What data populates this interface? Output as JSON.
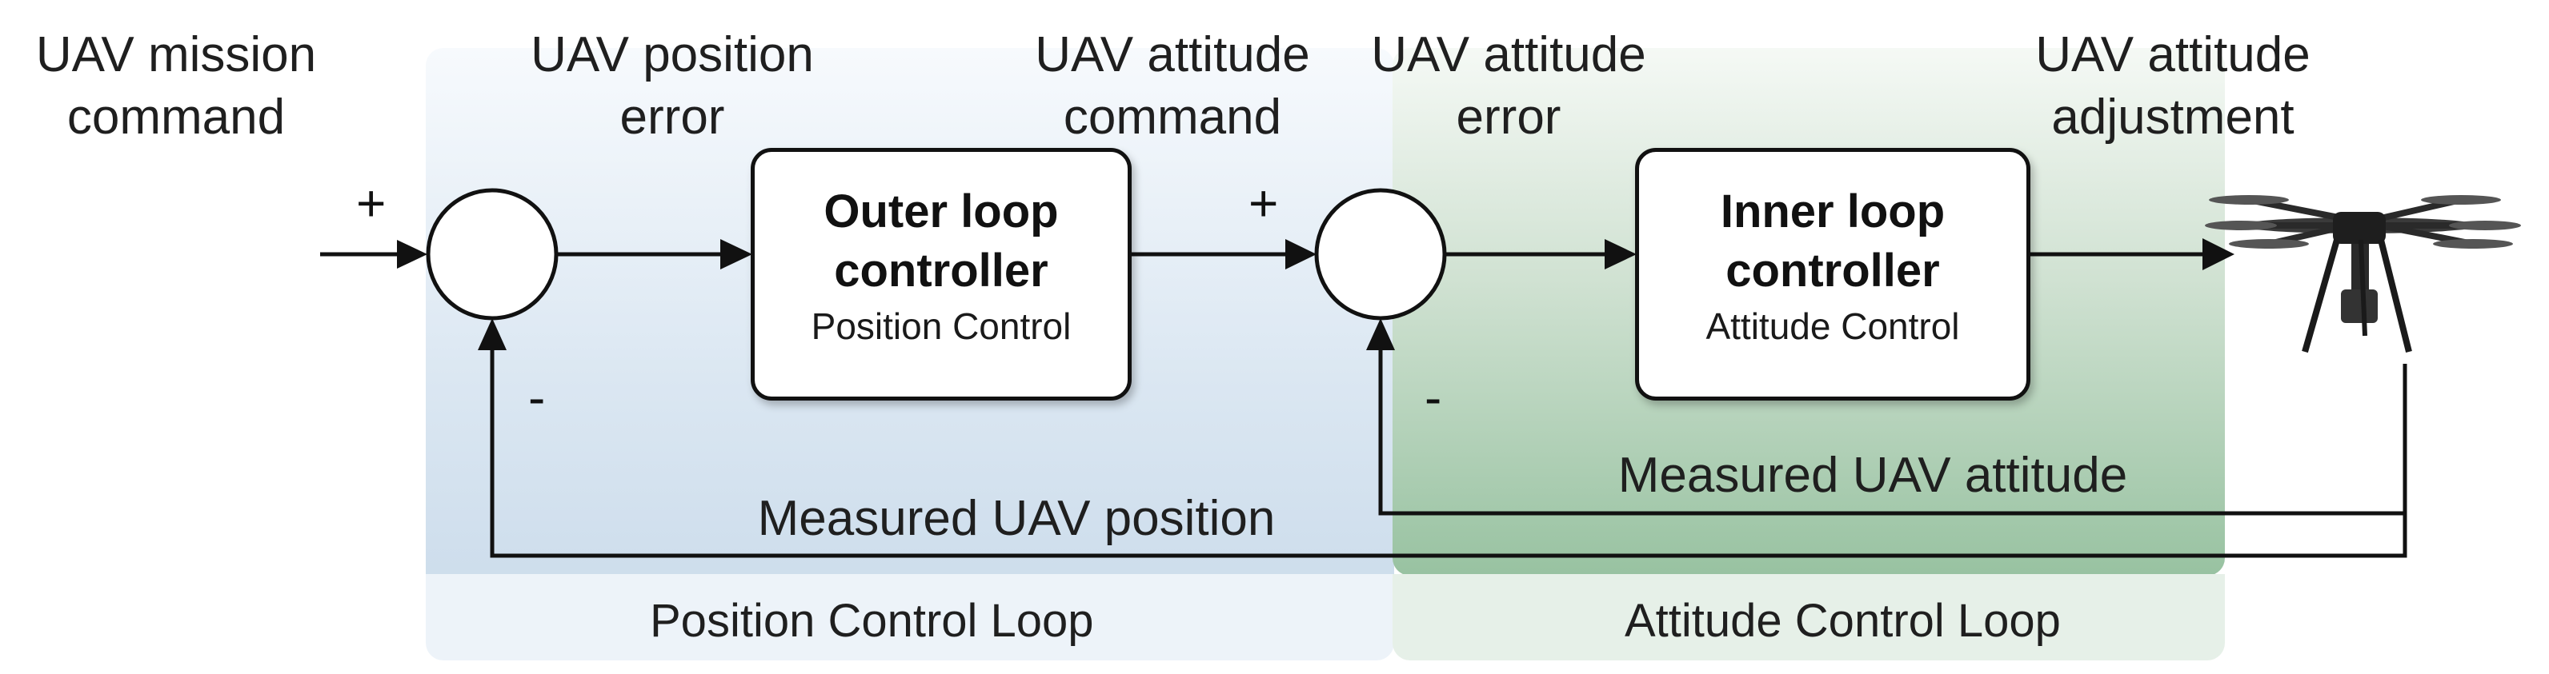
{
  "labels": {
    "mission_command": "UAV mission\ncommand",
    "position_error": "UAV position\nerror",
    "attitude_command": "UAV attitude\ncommand",
    "attitude_error": "UAV attitude\nerror",
    "attitude_adjustment": "UAV attitude\nadjustment",
    "measured_attitude": "Measured UAV attitude",
    "measured_position": "Measured UAV position"
  },
  "signs": {
    "plus1": "+",
    "minus1": "-",
    "plus2": "+",
    "minus2": "-"
  },
  "outer_block": {
    "line1": "Outer loop",
    "line2": "controller",
    "line3": "Position Control"
  },
  "inner_block": {
    "line1": "Inner loop",
    "line2": "controller",
    "line3": "Attitude Control"
  },
  "loops": {
    "position": "Position Control Loop",
    "attitude": "Attitude Control Loop"
  },
  "colors": {
    "position_zone": "#dbe7f2",
    "attitude_zone": "#98c2a1",
    "line": "#111111"
  }
}
